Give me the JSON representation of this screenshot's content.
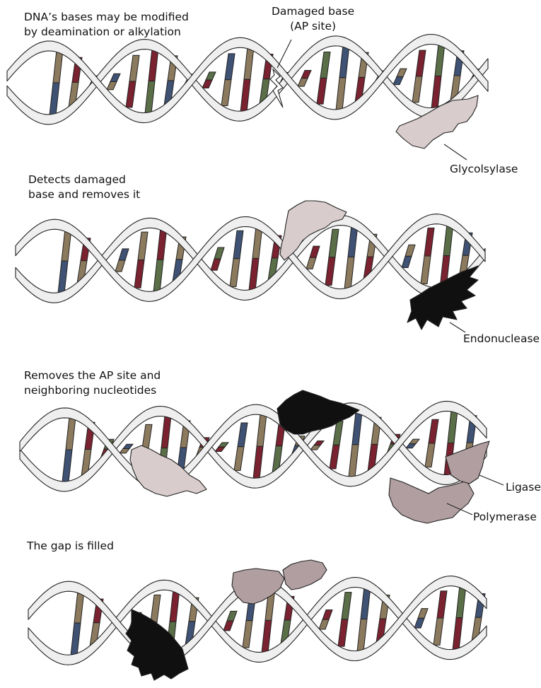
{
  "panels": [
    {
      "caption": "DNA’s bases may be modified\nby deamination or alkylation",
      "labels": [
        "Damaged base\n(AP site)",
        "Glycolsylase"
      ]
    },
    {
      "caption": "Detects damaged\nbase and removes it",
      "labels": [
        "Endonuclease"
      ]
    },
    {
      "caption": "Removes the AP site and\nneighboring nucleotides",
      "labels": [
        "Ligase",
        "Polymerase"
      ]
    },
    {
      "caption": "The gap is filled",
      "labels": []
    }
  ],
  "colors": {
    "backbone_fill": "#efefef",
    "backbone_stroke": "#222222",
    "base_colors": [
      "#8c7a5e",
      "#7a2230",
      "#5a6e48",
      "#3f5274",
      "#8c7a5e",
      "#7a2230"
    ],
    "enzyme_light": "#d8cccc",
    "enzyme_mid": "#b09ea0",
    "enzyme_dark": "#101010"
  }
}
